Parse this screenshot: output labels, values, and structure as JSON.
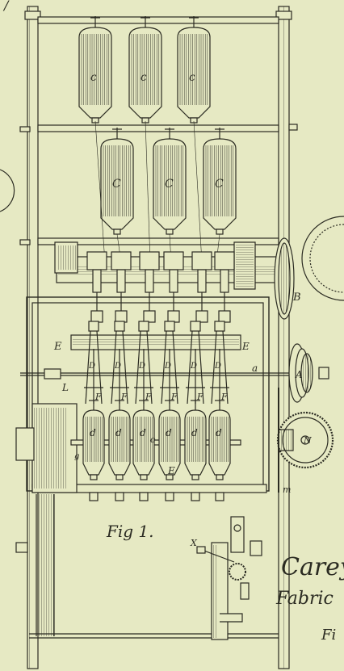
{
  "figure": {
    "caption": "Fig 1.",
    "side_text": [
      "Carey",
      "Fabric",
      "Fi"
    ],
    "labels": {
      "upper_bobbin": "C",
      "top_bobbin": "c",
      "lower_bobbin": "d",
      "spindle_F": "F",
      "guide_D": "D",
      "rail_E_left": "E",
      "rail_E_right": "E",
      "bottom_E": "E",
      "pulley_B": "B",
      "pulley_A": "A",
      "gear_N": "N",
      "shaft_a": "a",
      "lever_L": "L",
      "handle_X": "X",
      "gear_m": "m",
      "small_o": "o",
      "small_g": "g",
      "corner_mark": "/"
    }
  },
  "colors": {
    "paper": "#e6e9c3",
    "ink": "#2b2b22"
  }
}
